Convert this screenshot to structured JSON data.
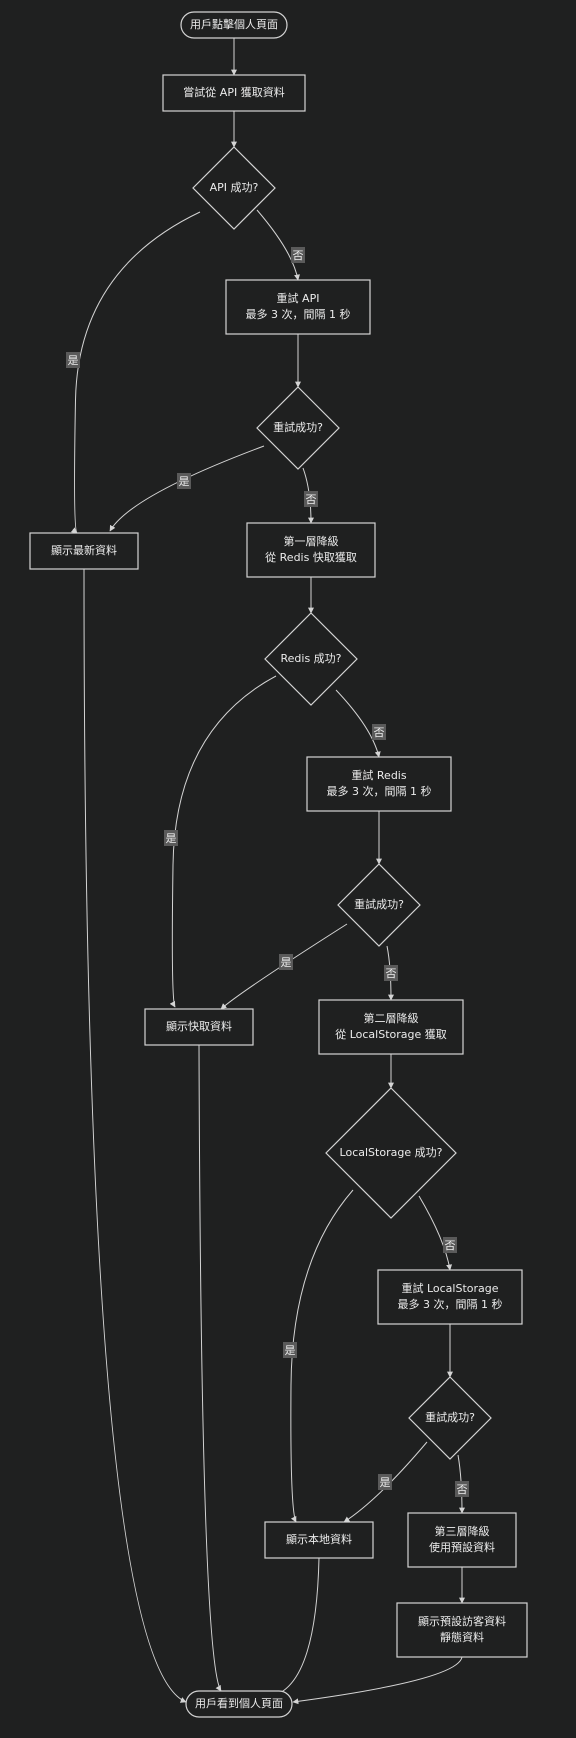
{
  "nodes": {
    "start": {
      "lines": [
        "用戶點擊個人頁面"
      ]
    },
    "try_api": {
      "lines": [
        "嘗試從 API 獲取資料"
      ]
    },
    "api_ok": {
      "lines": [
        "API 成功?"
      ]
    },
    "retry_api": {
      "lines": [
        "重試 API",
        "最多 3 次，間隔 1 秒"
      ]
    },
    "retry_api_ok": {
      "lines": [
        "重試成功?"
      ]
    },
    "show_latest": {
      "lines": [
        "顯示最新資料"
      ]
    },
    "fallback1": {
      "lines": [
        "第一層降級",
        "從 Redis 快取獲取"
      ]
    },
    "redis_ok": {
      "lines": [
        "Redis 成功?"
      ]
    },
    "retry_redis": {
      "lines": [
        "重試 Redis",
        "最多 3 次，間隔 1 秒"
      ]
    },
    "retry_redis_ok": {
      "lines": [
        "重試成功?"
      ]
    },
    "show_cache": {
      "lines": [
        "顯示快取資料"
      ]
    },
    "fallback2": {
      "lines": [
        "第二層降級",
        "從 LocalStorage 獲取"
      ]
    },
    "ls_ok": {
      "lines": [
        "LocalStorage 成功?"
      ]
    },
    "retry_ls": {
      "lines": [
        "重試 LocalStorage",
        "最多 3 次，間隔 1 秒"
      ]
    },
    "retry_ls_ok": {
      "lines": [
        "重試成功?"
      ]
    },
    "show_local": {
      "lines": [
        "顯示本地資料"
      ]
    },
    "fallback3": {
      "lines": [
        "第三層降級",
        "使用預設資料"
      ]
    },
    "show_default": {
      "lines": [
        "顯示預設訪客資料",
        "靜態資料"
      ]
    },
    "end": {
      "lines": [
        "用戶看到個人頁面"
      ]
    }
  },
  "edges": [
    {
      "from": "start",
      "to": "try_api",
      "label": ""
    },
    {
      "from": "try_api",
      "to": "api_ok",
      "label": ""
    },
    {
      "from": "api_ok",
      "to": "show_latest",
      "label": "是"
    },
    {
      "from": "api_ok",
      "to": "retry_api",
      "label": "否"
    },
    {
      "from": "retry_api",
      "to": "retry_api_ok",
      "label": ""
    },
    {
      "from": "retry_api_ok",
      "to": "show_latest",
      "label": "是"
    },
    {
      "from": "retry_api_ok",
      "to": "fallback1",
      "label": "否"
    },
    {
      "from": "show_latest",
      "to": "end",
      "label": ""
    },
    {
      "from": "fallback1",
      "to": "redis_ok",
      "label": ""
    },
    {
      "from": "redis_ok",
      "to": "show_cache",
      "label": "是"
    },
    {
      "from": "redis_ok",
      "to": "retry_redis",
      "label": "否"
    },
    {
      "from": "retry_redis",
      "to": "retry_redis_ok",
      "label": ""
    },
    {
      "from": "retry_redis_ok",
      "to": "show_cache",
      "label": "是"
    },
    {
      "from": "retry_redis_ok",
      "to": "fallback2",
      "label": "否"
    },
    {
      "from": "show_cache",
      "to": "end",
      "label": ""
    },
    {
      "from": "fallback2",
      "to": "ls_ok",
      "label": ""
    },
    {
      "from": "ls_ok",
      "to": "show_local",
      "label": "是"
    },
    {
      "from": "ls_ok",
      "to": "retry_ls",
      "label": "否"
    },
    {
      "from": "retry_ls",
      "to": "retry_ls_ok",
      "label": ""
    },
    {
      "from": "retry_ls_ok",
      "to": "show_local",
      "label": "是"
    },
    {
      "from": "retry_ls_ok",
      "to": "fallback3",
      "label": "否"
    },
    {
      "from": "show_local",
      "to": "end",
      "label": ""
    },
    {
      "from": "fallback3",
      "to": "show_default",
      "label": ""
    },
    {
      "from": "show_default",
      "to": "end",
      "label": ""
    }
  ]
}
